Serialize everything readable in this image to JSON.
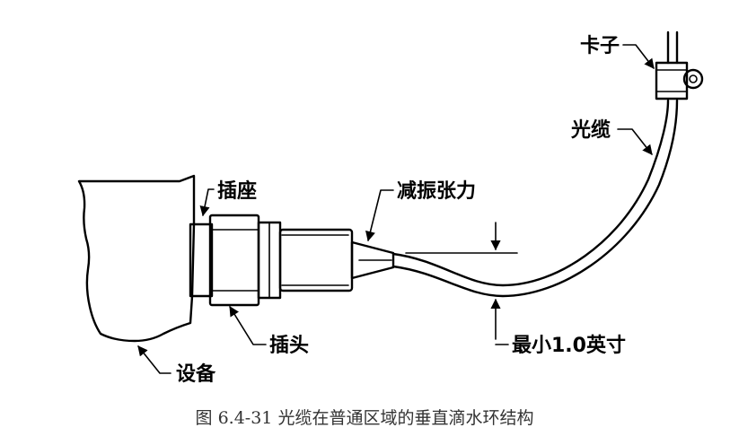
{
  "labels": {
    "clip": "卡子",
    "cable": "光缆",
    "socket": "插座",
    "strain_relief": "减振张力",
    "plug": "插头",
    "min_bend": "最小1.0英寸",
    "equipment": "设备"
  },
  "caption": "图 6.4-31 光缆在普通区域的垂直滴水环结构"
}
